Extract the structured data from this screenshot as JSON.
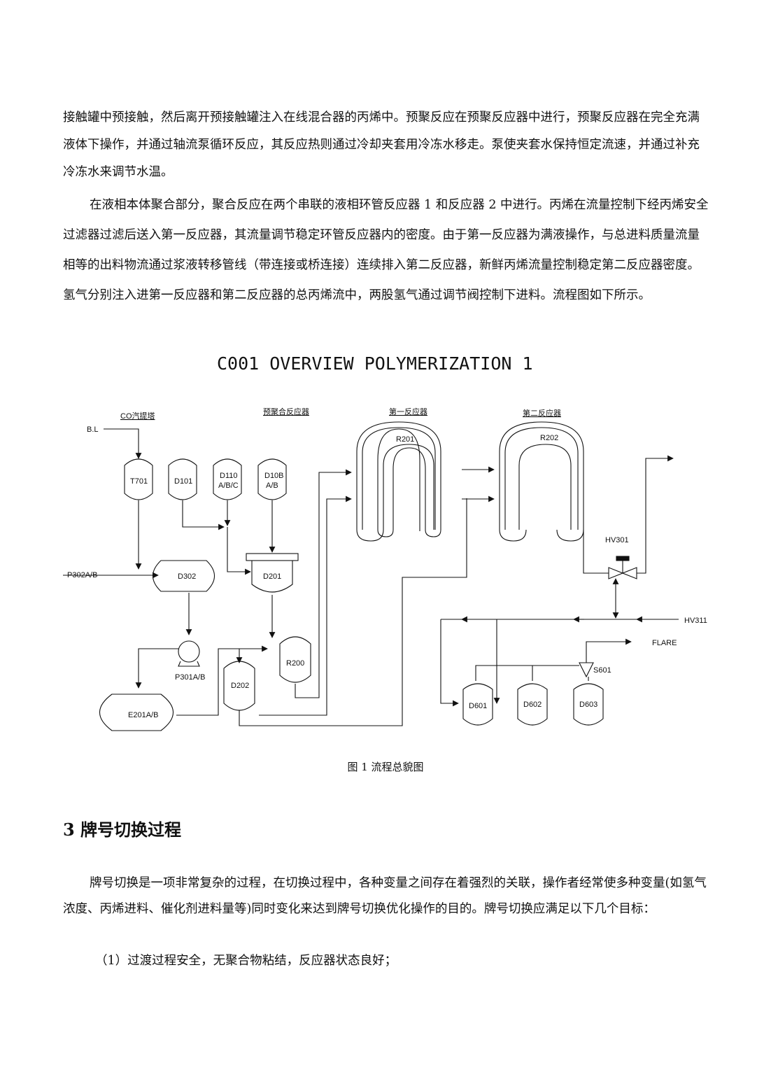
{
  "paragraphs": {
    "p1": "接触罐中预接触，然后离开预接触罐注入在线混合器的丙烯中。预聚反应在预聚反应器中进行，预聚反应器在完全充满液体下操作，并通过轴流泵循环反应，其反应热则通过冷却夹套用冷冻水移走。泵使夹套水保持恒定流速，并通过补充冷冻水来调节水温。",
    "p2": "在液相本体聚合部分，聚合反应在两个串联的液相环管反应器 1 和反应器 2 中进行。丙烯在流量控制下经丙烯安全过滤器过滤后送入第一反应器，其流量调节稳定环管反应器内的密度。由于第一反应器为满液操作，与总进料质量流量相等的出料物流通过浆液转移管线（带连接或桥连接）连续排入第二反应器，新鲜丙烯流量控制稳定第二反应器密度。氢气分别注入进第一反应器和第二反应器的总丙烯流中，两股氢气通过调节阀控制下进料。流程图如下所示。",
    "p3": "牌号切换是一项非常复杂的过程，在切换过程中，各种变量之间存在着强烈的关联，操作者经常使多种变量(如氢气浓度、丙烯进料、催化剂进料量等)同时变化来达到牌号切换优化操作的目的。牌号切换应满足以下几个目标：",
    "list1": "（1）过渡过程安全，无聚合物粘结，反应器状态良好；"
  },
  "figure": {
    "title": "C001 OVERVIEW POLYMERIZATION 1",
    "caption": "图 1 流程总貌图",
    "labels": {
      "co_stripper": "CO汽提塔",
      "prepoly_reactor": "预聚合反应器",
      "first_reactor": "第一反应器",
      "second_reactor": "第二反应器",
      "bl": "B.L",
      "t701": "T701",
      "d101": "D101",
      "d110_1": "D110",
      "d110_2": "A/B/C",
      "d10b_1": "D10B",
      "d10b_2": "A/B",
      "r201": "R201",
      "r202": "R202",
      "p302": "P302A/B",
      "d302": "D302",
      "d201": "D201",
      "hv301": "HV301",
      "hv311": "HV311",
      "flare": "FLARE",
      "s601": "S601",
      "p301": "P301A/B",
      "r200": "R200",
      "d202": "D202",
      "e201": "E201A/B",
      "d601": "D601",
      "d602": "D602",
      "d603": "D603"
    }
  },
  "section": {
    "heading": "3  牌号切换过程"
  }
}
